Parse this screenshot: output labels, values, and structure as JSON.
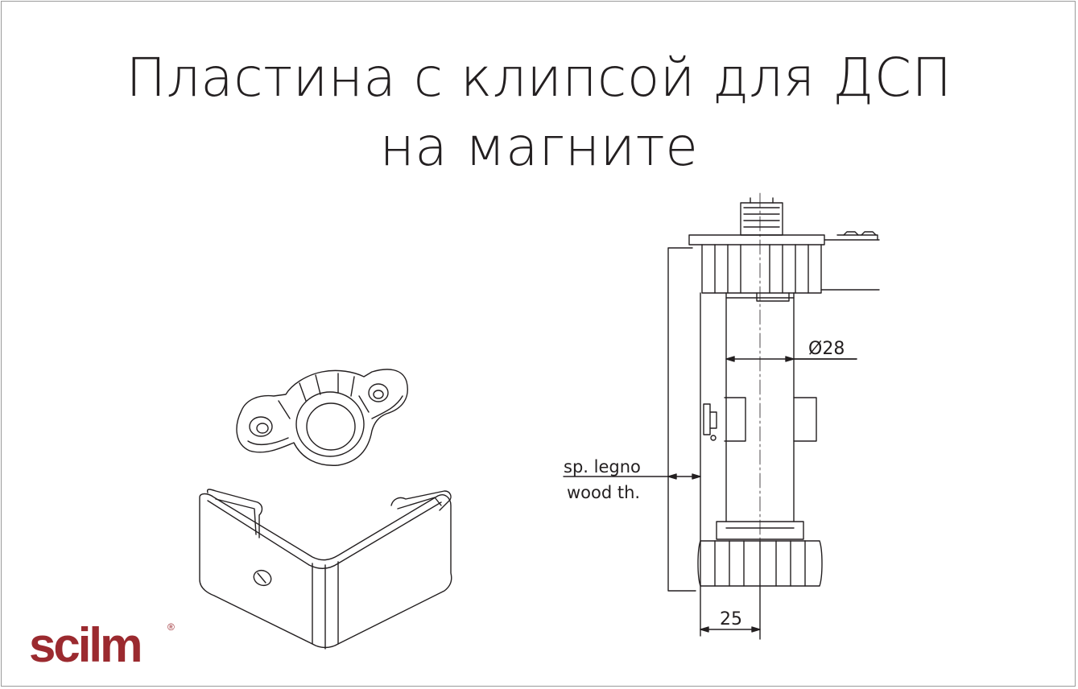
{
  "title": {
    "line1": "Пластина с клипсой для ДСП",
    "line2": "на магните"
  },
  "dimensions": {
    "diameter": "Ø28",
    "offset": "25",
    "wood_label_it": "sp. legno",
    "wood_label_en": "wood th."
  },
  "logo": {
    "brand": "scilm",
    "registered": "®",
    "color": "#9b2a2f"
  }
}
